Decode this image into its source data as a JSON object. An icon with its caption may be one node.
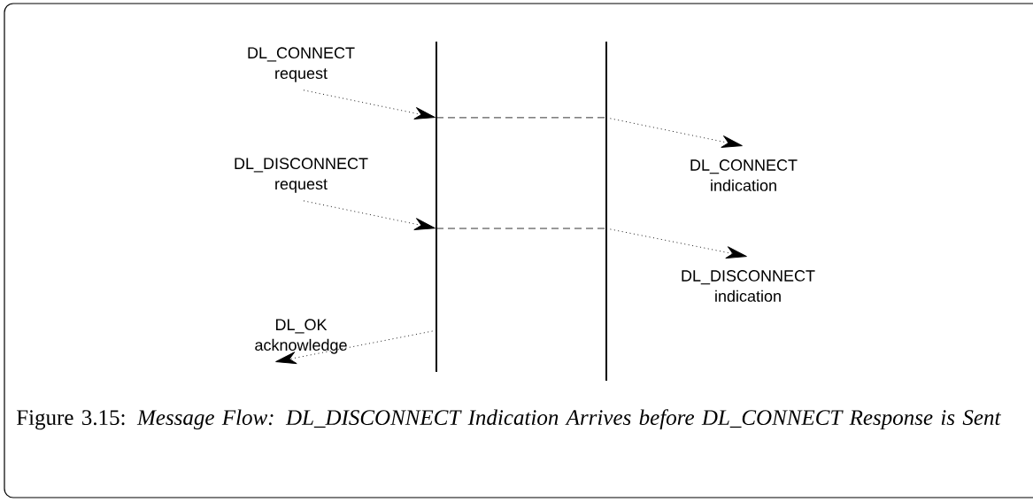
{
  "diagram": {
    "caption": "Figure 3.15: *Message Flow: DL_DISCONNECT Indication Arrives before DL_CONNECT Response is Sent*",
    "nodes": [
      {
        "text": [
          "DL_CONNECT request"
        ]
      },
      {
        "text": [
          "DL_DISCONNECT request"
        ]
      },
      {
        "text": [
          "DL_OK acknowledge"
        ]
      },
      {
        "text": [
          "DL_CONNECT indication"
        ]
      },
      {
        "text": [
          "DL_DISCONNECT indication"
        ]
      },
      {
        "text": [],
        "shape": "bar"
      },
      {
        "text": [],
        "shape": "bar"
      }
    ],
    "edges": [
      {
        "from": 0,
        "to": 5,
        "arrow": "to"
      },
      {
        "from": 5,
        "to": 6,
        "arrow": "none",
        "style": "dashed"
      },
      {
        "from": 6,
        "to": 3,
        "arrow": "to"
      },
      {
        "from": 1,
        "to": 5,
        "arrow": "to"
      },
      {
        "from": 5,
        "to": 6,
        "arrow": "none",
        "style": "dashed"
      },
      {
        "from": 6,
        "to": 4,
        "arrow": "to"
      },
      {
        "from": 5,
        "to": 2,
        "arrow": "to"
      }
    ]
  }
}
